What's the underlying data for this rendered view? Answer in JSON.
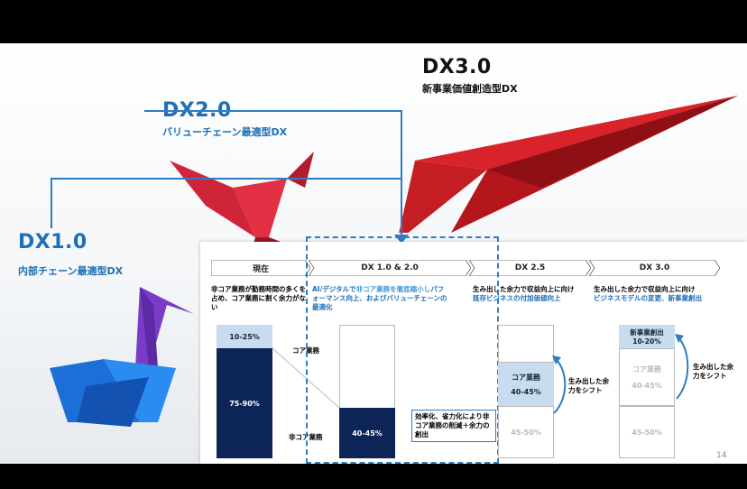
{
  "headings": {
    "dx30": {
      "title": "DX3.0",
      "sub": "新事業価値創造型DX"
    },
    "dx20": {
      "title": "DX2.0",
      "sub": "バリューチェーン最適型DX"
    },
    "dx10": {
      "title": "DX1.0",
      "sub": "内部チェーン最適型DX"
    }
  },
  "phases": [
    "現在",
    "DX 1.0 & 2.0",
    "DX 2.5",
    "DX 3.0"
  ],
  "descriptions": {
    "current": "非コア業務が勤務時間の多くを占め、コア業務に割く余力がない",
    "dx1_pre": "AI/デジタルで",
    "dx1_hl": "非コア業務を徹底縮小し",
    "dx1_rest": "パフォーマンス向上、およびバリューチェーンの最適化",
    "dx25_a": "生み出した余力で収益向上に向け",
    "dx25_b": "既存ビジネスの付加価値向上",
    "dx30_a": "生み出した余力で収益向上に向け",
    "dx30_b": "ビジネスモデルの変更、新事業創出"
  },
  "bars": {
    "current_top": "10-25%",
    "current_bottom": "75-90%",
    "core_label": "コア業務",
    "noncore_label": "非コア業務",
    "dx1_bottom": "40-45%",
    "dx25_core": "コア業務",
    "dx25_core_val": "40-45%",
    "dx25_low": "45-50%",
    "dx30_new": "新事業創出",
    "dx30_new_val": "10-20%",
    "dx30_core": "コア業務",
    "dx30_core_val": "40-45%",
    "dx30_low": "45-50%"
  },
  "callouts": {
    "efficiency": "効率化、省力化により非コア業務の削減＋余力の創出",
    "shift1": "生み出した余力をシフト",
    "shift2": "生み出した余力をシフト"
  },
  "page_number": "14",
  "colors": {
    "accent": "#1f6fb5",
    "navy": "#0d2457",
    "light": "#c9dcef"
  }
}
